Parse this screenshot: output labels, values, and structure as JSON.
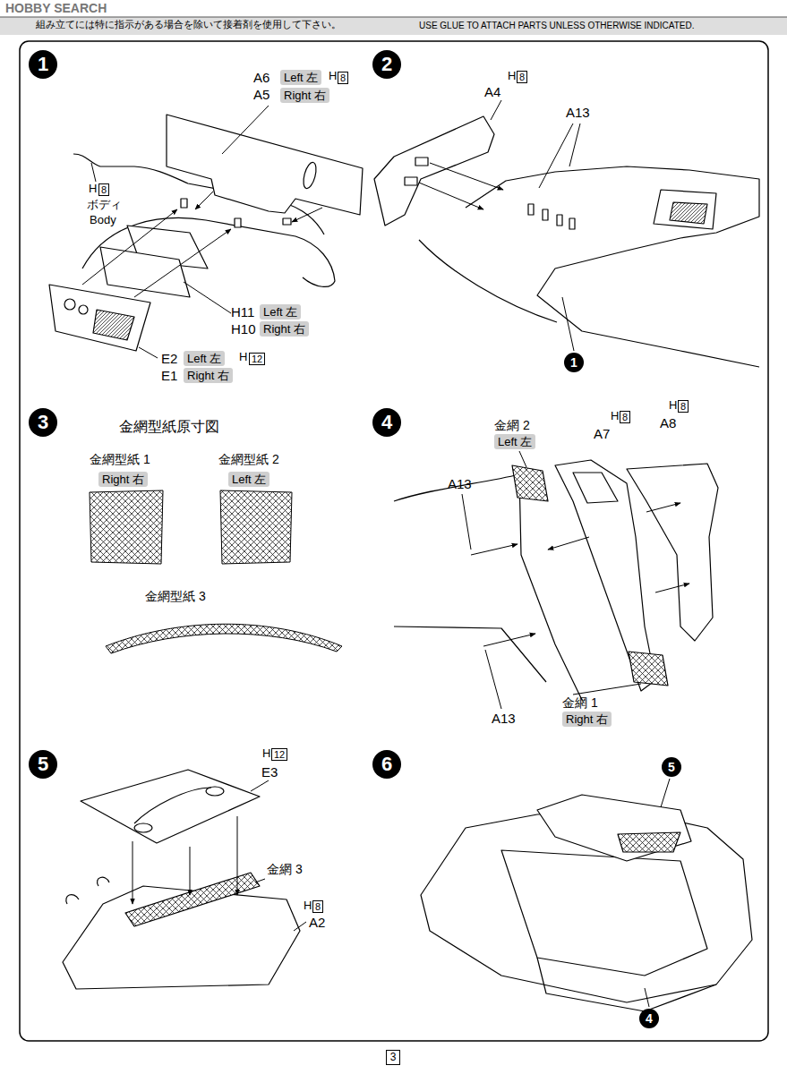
{
  "diagram": {
    "nodes": [
      {
        "text": [
          "1"
        ]
      },
      {
        "text": [
          "Left 左"
        ]
      },
      {
        "text": [
          "8"
        ]
      },
      {
        "text": [
          "Right 右"
        ]
      },
      {
        "text": [
          "8"
        ]
      },
      {
        "text": [
          "Left 左"
        ]
      },
      {
        "text": [
          "Right 右"
        ]
      },
      {
        "text": [
          "Left 左"
        ]
      },
      {
        "text": [
          "12"
        ]
      },
      {
        "text": [
          "Right 右"
        ]
      },
      {
        "text": [
          "2"
        ]
      },
      {
        "text": [
          "8"
        ]
      },
      {
        "text": [
          "1"
        ]
      },
      {
        "text": [
          "3"
        ]
      },
      {
        "text": [
          "Right 右"
        ]
      },
      {
        "text": [
          "Left 左"
        ]
      },
      {
        "text": [
          "4"
        ]
      },
      {
        "text": [
          "Left 左"
        ]
      },
      {
        "text": [
          "8"
        ]
      },
      {
        "text": [
          "8"
        ]
      },
      {
        "text": [
          "Right 右"
        ]
      },
      {
        "text": [
          "5"
        ]
      },
      {
        "text": [
          "12"
        ]
      },
      {
        "text": [
          "8"
        ]
      },
      {
        "text": [
          "6"
        ]
      },
      {
        "text": [
          "5"
        ]
      },
      {
        "text": [
          "4"
        ]
      },
      {
        "text": [
          "3"
        ]
      }
    ],
    "labels": [
      "組み立てには特に指示がある場合を除いて接着剤を使用して下さい。",
      "USE GLUE TO ATTACH PARTS UNLESS OTHERWISE INDICATED.",
      "HOBBY SEARCH",
      "A6",
      "H",
      "A5",
      "H",
      "ボディ",
      "Body",
      "H11",
      "H10",
      "E2",
      "H",
      "E1",
      "H",
      "A4",
      "A13",
      "金網型紙原寸図",
      "金網型紙 1",
      "金網型紙 2",
      "金網型紙 3",
      "金網 2",
      "H",
      "A7",
      "H",
      "A8",
      "A13",
      "A13",
      "金網 1",
      "H",
      "E3",
      "金網 3",
      "H",
      "A2"
    ]
  }
}
